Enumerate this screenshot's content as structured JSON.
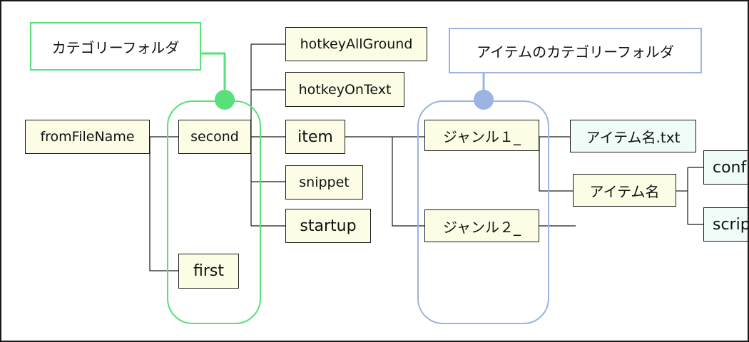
{
  "callouts": {
    "category_folder": "カテゴリーフォルダ",
    "item_category_folder": "アイテムのカテゴリーフォルダ"
  },
  "nodes": {
    "fromFileName": "fromFileName",
    "second": "second",
    "first": "first",
    "hotkeyAllGround": "hotkeyAllGround",
    "hotkeyOnText": "hotkeyOnText",
    "item": "item",
    "snippet": "snippet",
    "startup": "startup",
    "genre1": "ジャンル１_",
    "genre2": "ジャンル２_",
    "item_name_txt": "アイテム名.txt",
    "item_name": "アイテム名",
    "conf_partial": "conf",
    "scrip_partial": "scrip"
  },
  "colors": {
    "category_accent": "#58e07a",
    "item_category_accent": "#9bb4e2",
    "folder_fill": "#fdfde6",
    "file_fill": "#effcf8"
  }
}
